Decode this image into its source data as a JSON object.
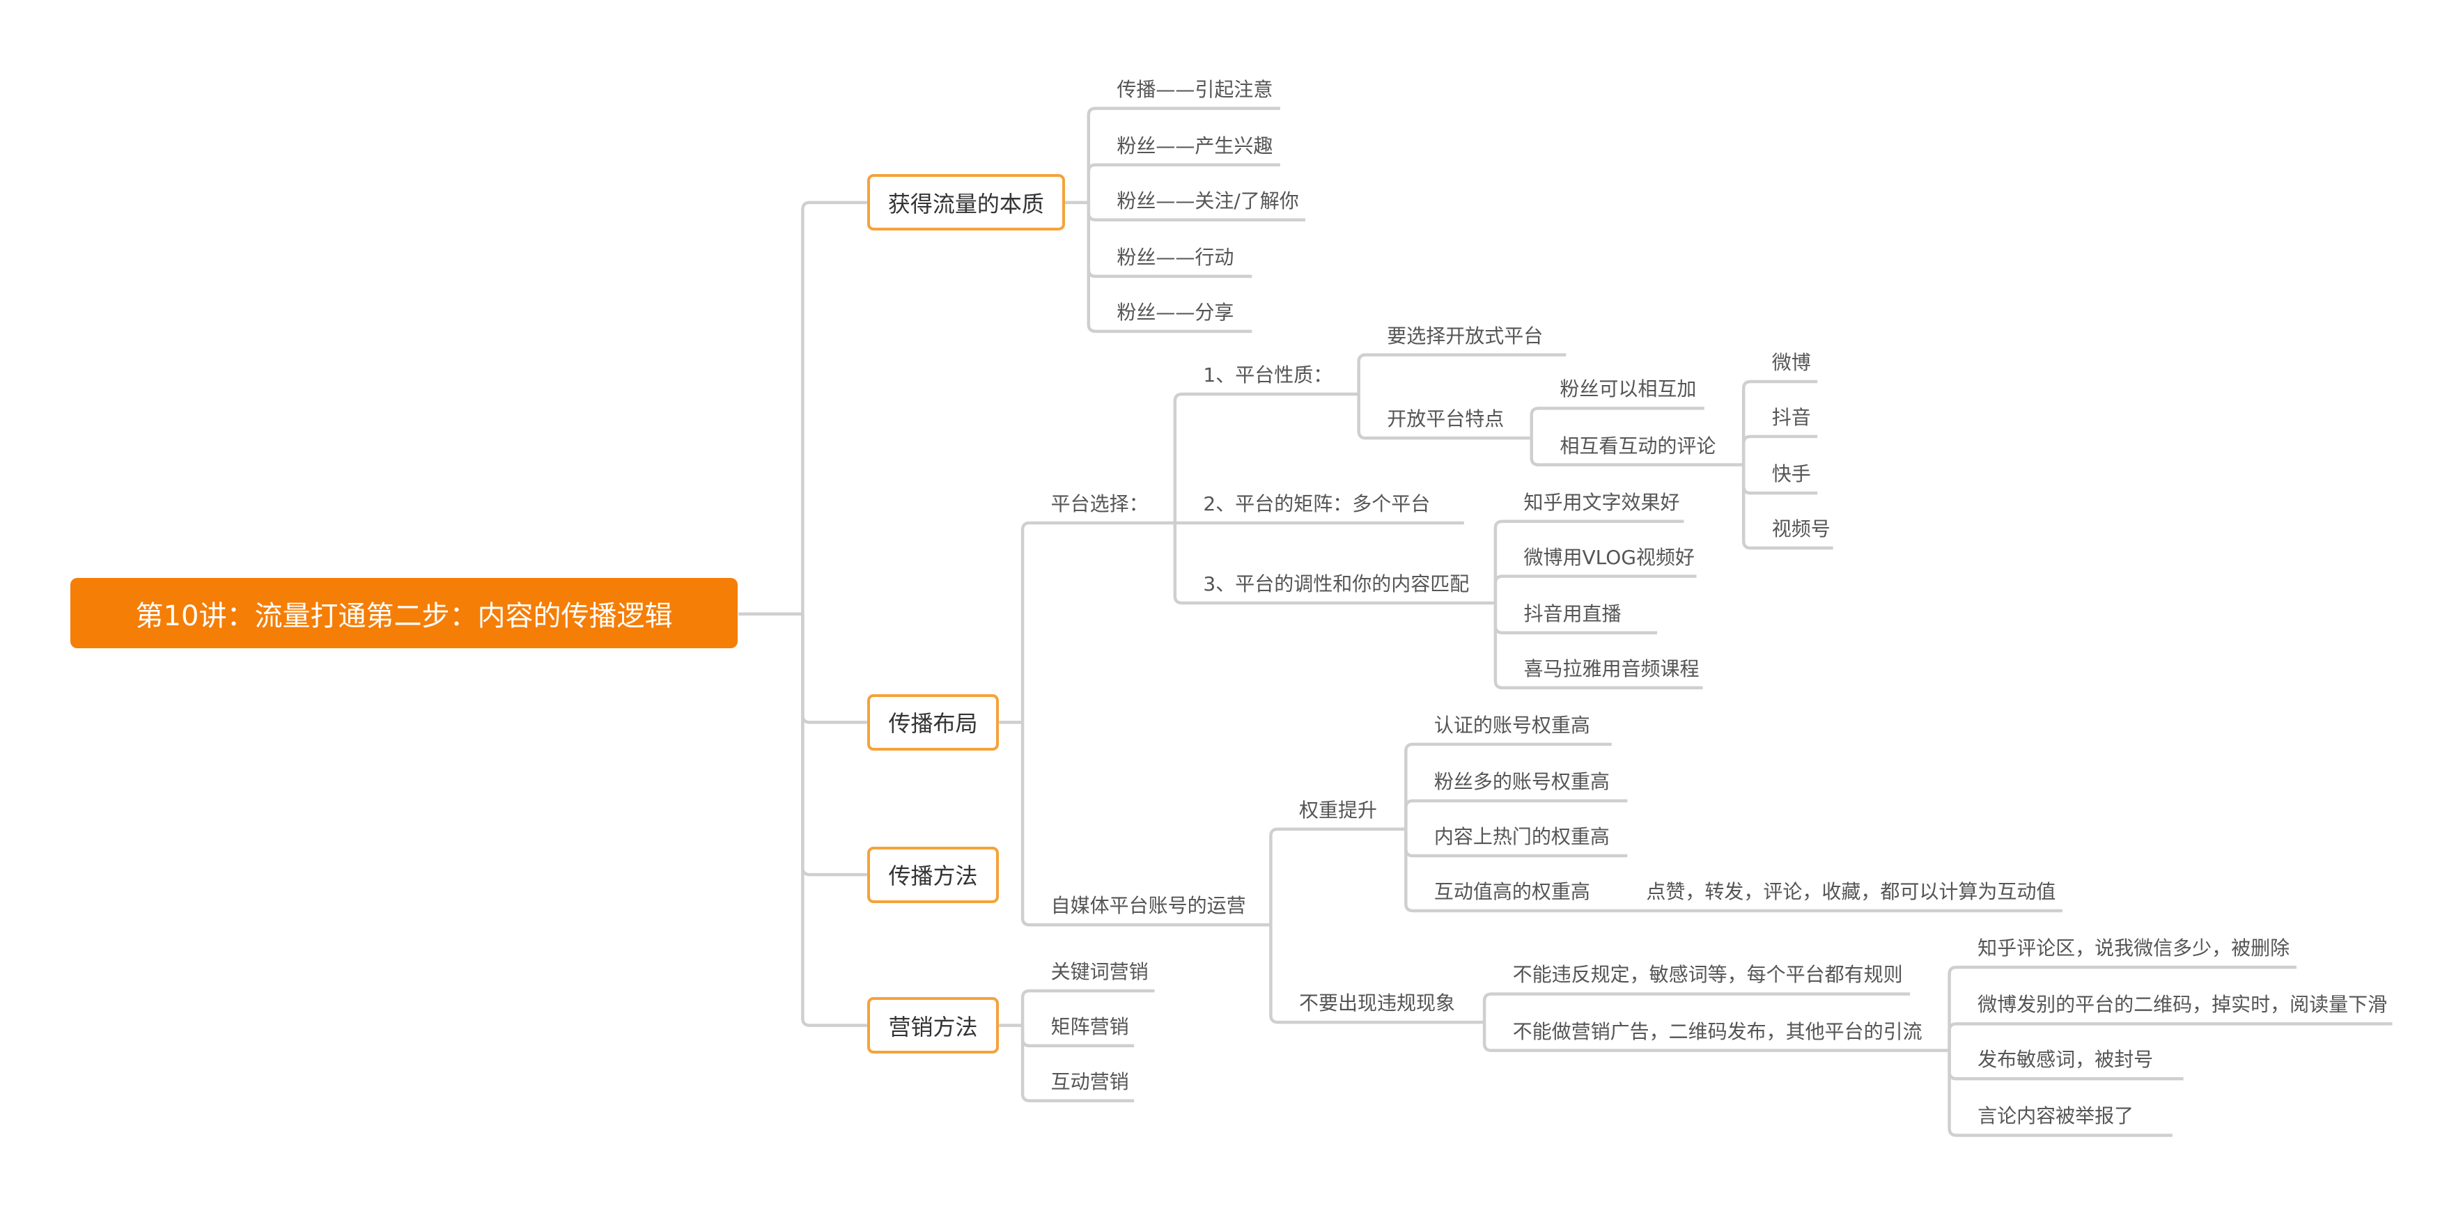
{
  "root": {
    "label": "第10讲：流量打通第二步：内容的传播逻辑",
    "children": [
      {
        "label": "获得流量的本质",
        "children": [
          {
            "label": "传播——引起注意"
          },
          {
            "label": "粉丝——产生兴趣"
          },
          {
            "label": "粉丝——关注/了解你"
          },
          {
            "label": "粉丝——行动"
          },
          {
            "label": "粉丝——分享"
          }
        ]
      },
      {
        "label": "传播布局",
        "children": [
          {
            "label": "平台选择：",
            "children": [
              {
                "label": "1、平台性质：",
                "children": [
                  {
                    "label": "要选择开放式平台"
                  },
                  {
                    "label": "开放平台特点",
                    "children": [
                      {
                        "label": "粉丝可以相互加"
                      },
                      {
                        "label": "相互看互动的评论",
                        "children": [
                          {
                            "label": "微博"
                          },
                          {
                            "label": "抖音"
                          },
                          {
                            "label": "快手"
                          },
                          {
                            "label": "视频号"
                          }
                        ]
                      }
                    ]
                  }
                ]
              },
              {
                "label": "2、平台的矩阵：多个平台"
              },
              {
                "label": "3、平台的调性和你的内容匹配",
                "children": [
                  {
                    "label": "知乎用文字效果好"
                  },
                  {
                    "label": "微博用VLOG视频好"
                  },
                  {
                    "label": "抖音用直播"
                  },
                  {
                    "label": "喜马拉雅用音频课程"
                  }
                ]
              }
            ]
          },
          {
            "label": "自媒体平台账号的运营",
            "children": [
              {
                "label": "权重提升",
                "children": [
                  {
                    "label": "认证的账号权重高"
                  },
                  {
                    "label": "粉丝多的账号权重高"
                  },
                  {
                    "label": "内容上热门的权重高"
                  },
                  {
                    "label": "互动值高的权重高",
                    "children": [
                      {
                        "label": "点赞，转发，评论，收藏，都可以计算为互动值"
                      }
                    ]
                  }
                ]
              },
              {
                "label": "不要出现违规现象",
                "children": [
                  {
                    "label": "不能违反规定，敏感词等，每个平台都有规则"
                  },
                  {
                    "label": "不能做营销广告，二维码发布，其他平台的引流",
                    "children": [
                      {
                        "label": "知乎评论区，说我微信多少，被删除"
                      },
                      {
                        "label": "微博发别的平台的二维码，掉实时，阅读量下滑"
                      },
                      {
                        "label": "发布敏感词，被封号"
                      },
                      {
                        "label": "言论内容被举报了"
                      }
                    ]
                  }
                ]
              }
            ]
          }
        ]
      },
      {
        "label": "传播方法"
      },
      {
        "label": "营销方法",
        "children": [
          {
            "label": "关键词营销"
          },
          {
            "label": "矩阵营销"
          },
          {
            "label": "互动营销"
          }
        ]
      }
    ]
  },
  "colors": {
    "accent": "#f57e07",
    "box_border": "#f5a23a",
    "line": "#cfcfcf",
    "text": "#555555"
  }
}
